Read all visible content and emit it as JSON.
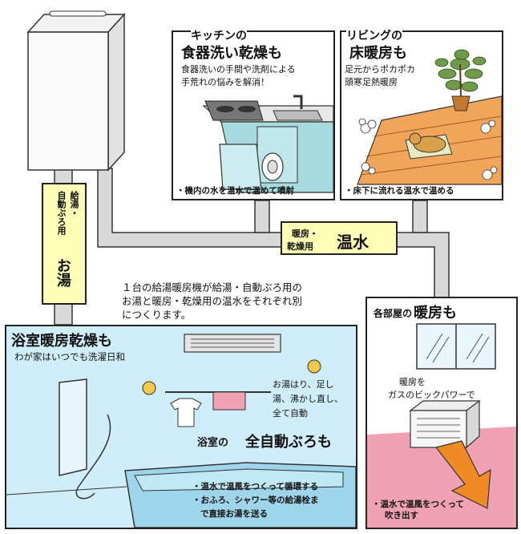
{
  "kitchen": {
    "heading_small": "キッチンの",
    "heading_big": "食器洗い乾燥も",
    "desc_line1": "食器洗いの手間や洗剤による",
    "desc_line2": "手荒れの悩みを解消！",
    "note": "・機内の水を温水で温めて噴射"
  },
  "living": {
    "heading_small": "リビングの",
    "heading_big": "床暖房も",
    "desc_line1": "足元からポカポカ",
    "desc_line2": "頭寒足熱暖房",
    "note": "・床下に流れる温水で温める"
  },
  "hot_water_tag": {
    "line1": "給湯・",
    "line2": "自動ぶろ用",
    "main": "お湯"
  },
  "warm_water_tag": {
    "line1": "暖房・",
    "line2": "乾燥用",
    "main": "温水"
  },
  "center_text": {
    "line1": "１台の給湯暖房機が給湯・自動ぶろ用の",
    "line2": "お湯と暖房・乾燥用の温水をそれぞれ別",
    "line3": "につくります。"
  },
  "bathroom": {
    "heading": "浴室暖房乾燥も",
    "sub": "わが家はいつでも洗濯日和",
    "auto_line1": "お湯はり、足し",
    "auto_line2": "湯、沸かし直し、",
    "auto_line3": "全て自動",
    "heading2_small": "浴室の",
    "heading2_big": "全自動ぶろも",
    "note1": "・温水で温風をつくって循環する",
    "note2": "・おふろ、シャワー等の給湯栓ま",
    "note3": "で直接お湯を送る"
  },
  "rooms": {
    "heading_small": "各部屋の",
    "heading_big": "暖房も",
    "desc_line1": "暖房を",
    "desc_line2": "ガスのビックパワーで",
    "note_line1": "・温水で温風をつくって",
    "note_line2": "吹き出す"
  },
  "colors": {
    "pipe": "#d9d9d9",
    "tag_yellow": "#ffffb8",
    "kitchen_teal": "#a7dadf",
    "floor_orange": "#f0a55a",
    "bath_blue": "#cfeefa",
    "rug_pink": "#f0a2b4",
    "arrow_orange": "#f08a24"
  }
}
